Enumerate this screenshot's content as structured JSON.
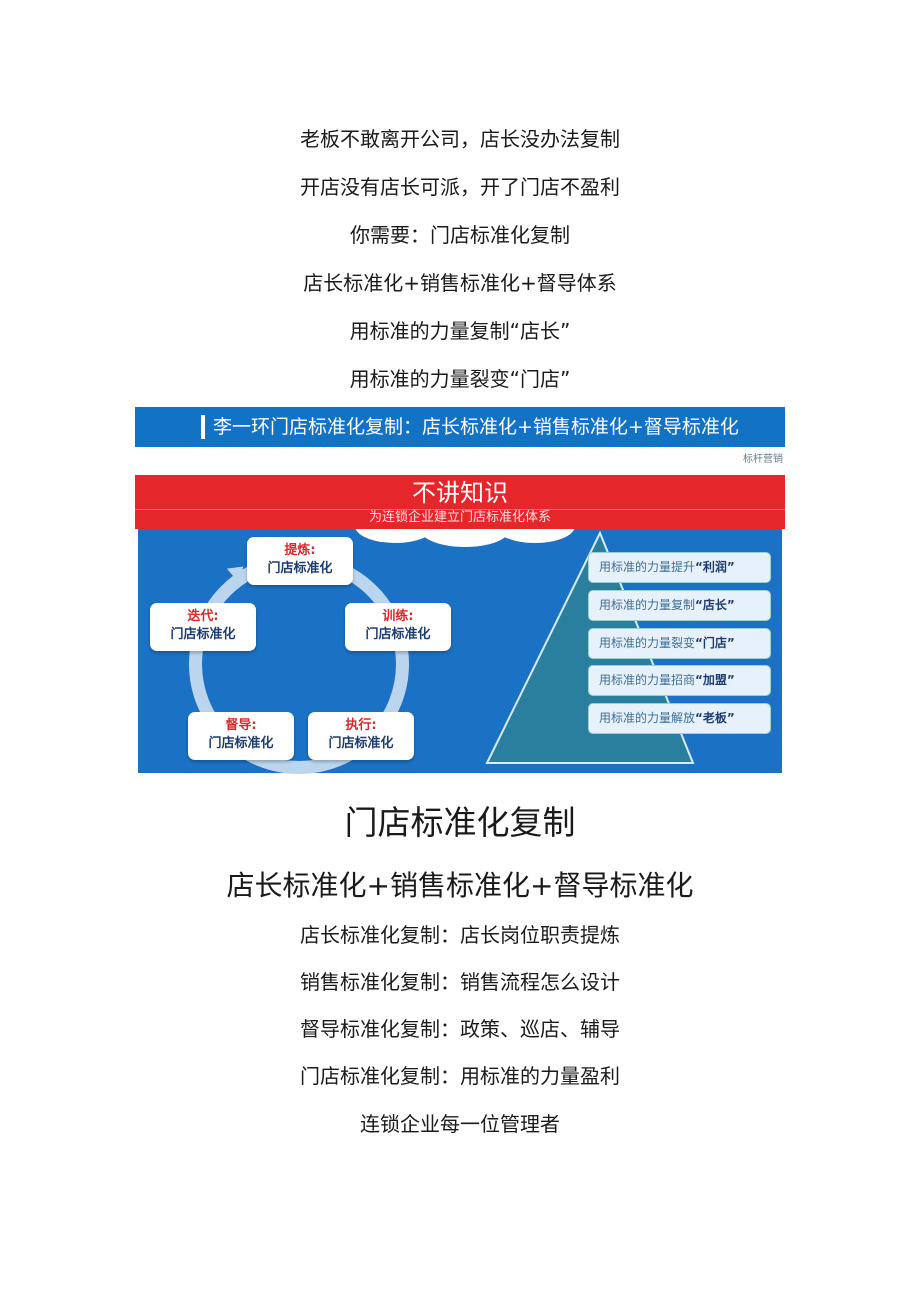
{
  "intro_lines": [
    "老板不敢离开公司，店长没办法复制",
    "开店没有店长可派，开了门店不盈利",
    "你需要：门店标准化复制",
    "店长标准化+销售标准化+督导体系",
    "用标准的力量复制“店长”",
    "用标准的力量裂变“门店”"
  ],
  "banner": {
    "text": "李一环门店标准化复制：店长标准化+销售标准化+督导标准化",
    "source": "标杆营销"
  },
  "figure": {
    "header_title": "不讲知识",
    "header_subtitle": "为连锁企业建立门店标准化体系",
    "cycle": [
      {
        "key": "提炼:",
        "value": "门店标准化"
      },
      {
        "key": "训练:",
        "value": "门店标准化"
      },
      {
        "key": "执行:",
        "value": "门店标准化"
      },
      {
        "key": "督导:",
        "value": "门店标准化"
      },
      {
        "key": "迭代:",
        "value": "门店标准化"
      }
    ],
    "pyramid": [
      {
        "text": "用标准的力量提升",
        "em": "“利润”"
      },
      {
        "text": "用标准的力量复制",
        "em": "“店长”"
      },
      {
        "text": "用标准的力量裂变",
        "em": "“门店”"
      },
      {
        "text": "用标准的力量招商",
        "em": "“加盟”"
      },
      {
        "text": "用标准的力量解放",
        "em": "“老板”"
      }
    ]
  },
  "heading1": "门店标准化复制",
  "heading2": "店长标准化+销售标准化+督导标准化",
  "detail_lines": [
    "店长标准化复制：店长岗位职责提炼",
    "销售标准化复制：销售流程怎么设计",
    "督导标准化复制：政策、巡店、辅导",
    "门店标准化复制：用标准的力量盈利",
    "连锁企业每一位管理者"
  ]
}
